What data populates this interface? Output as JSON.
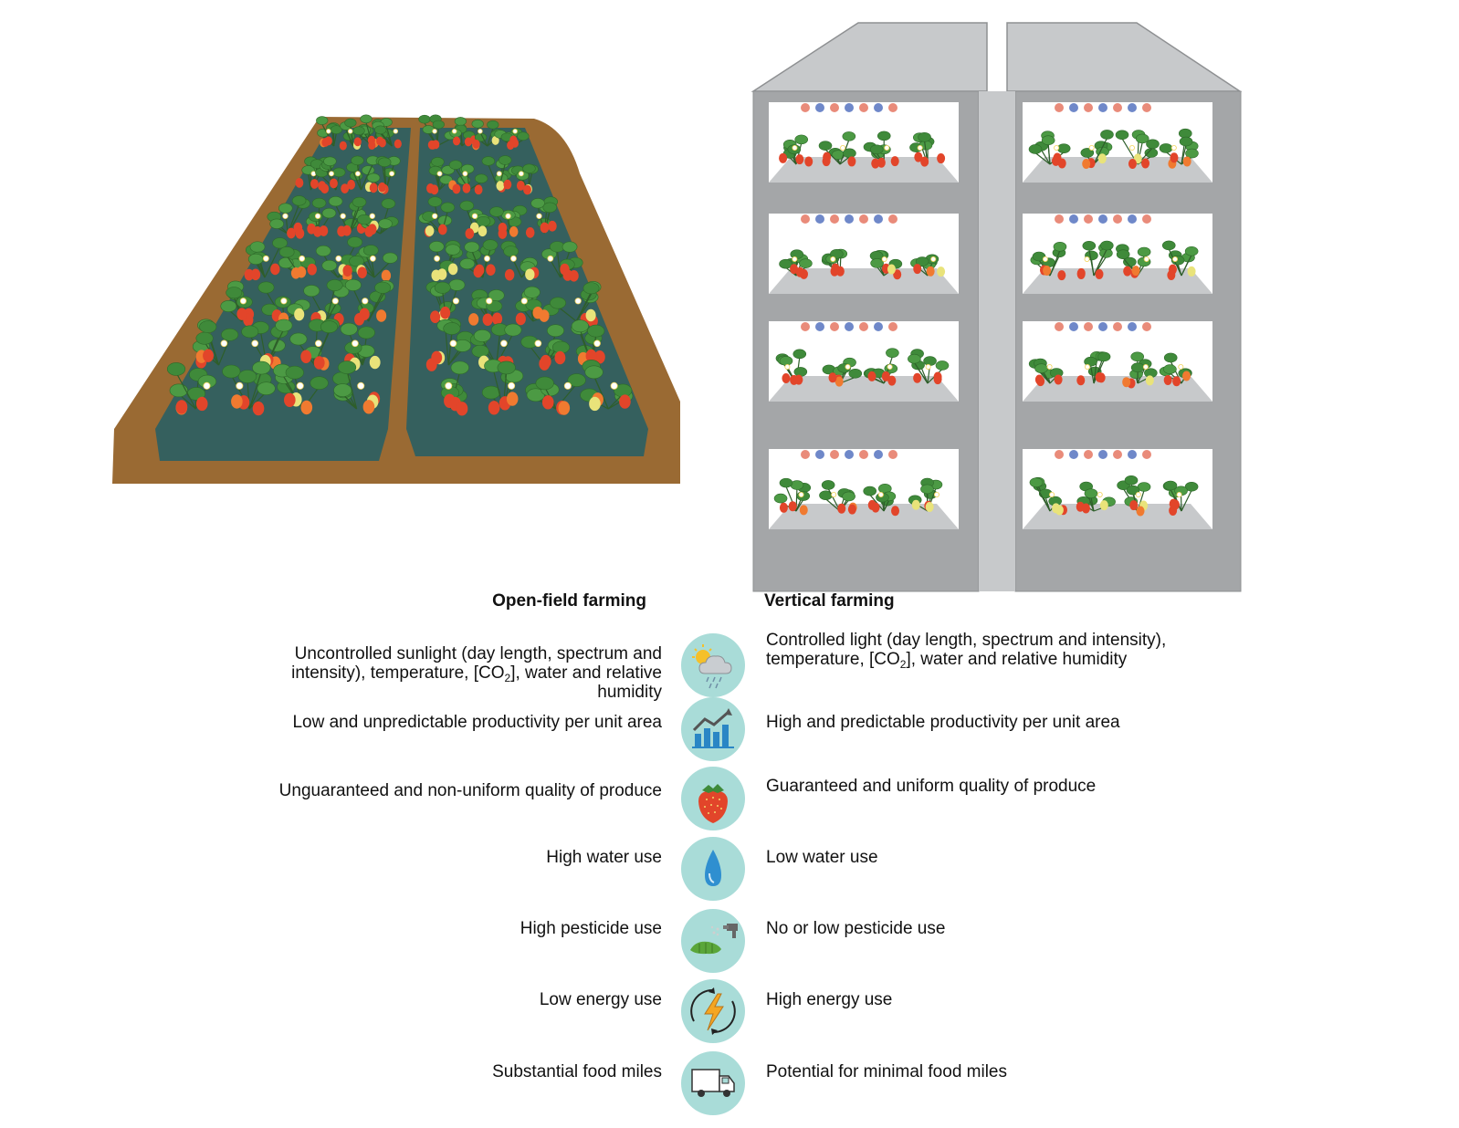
{
  "headers": {
    "open_field": "Open-field farming",
    "vertical": "Vertical farming"
  },
  "rows": [
    {
      "icon": "weather-icon",
      "left_a": "Uncontrolled sunlight (day length, spectrum and intensity), temperature, [CO",
      "left_sub": "2",
      "left_b": "], water and relative humidity",
      "right_a": "Controlled light (day length, spectrum and intensity), temperature, [CO",
      "right_sub": "2",
      "right_b": "], water and relative humidity"
    },
    {
      "icon": "productivity-chart-icon",
      "left": "Low and unpredictable productivity per unit area",
      "right": "High and predictable productivity per unit area"
    },
    {
      "icon": "strawberry-icon",
      "left": "Unguaranteed and non-uniform quality of produce",
      "right": "Guaranteed and uniform quality of produce"
    },
    {
      "icon": "water-drop-icon",
      "left": "High water use",
      "right": "Low water use"
    },
    {
      "icon": "pesticide-sprayer-icon",
      "left": "High pesticide use",
      "right": "No or low pesticide use"
    },
    {
      "icon": "energy-icon",
      "left": "Low energy use",
      "right": "High energy use"
    },
    {
      "icon": "truck-icon",
      "left": "Substantial food miles",
      "right": "Potential for minimal food miles"
    }
  ],
  "colors": {
    "icon_circle": "#a9dcd8",
    "soil": "#9a6a33",
    "mulch": "#35605e",
    "leaf": "#3f8a3a",
    "berry": "#e2452a",
    "shelf_frame": "#a4a6a8",
    "shelf_top": "#c7c9cb"
  }
}
